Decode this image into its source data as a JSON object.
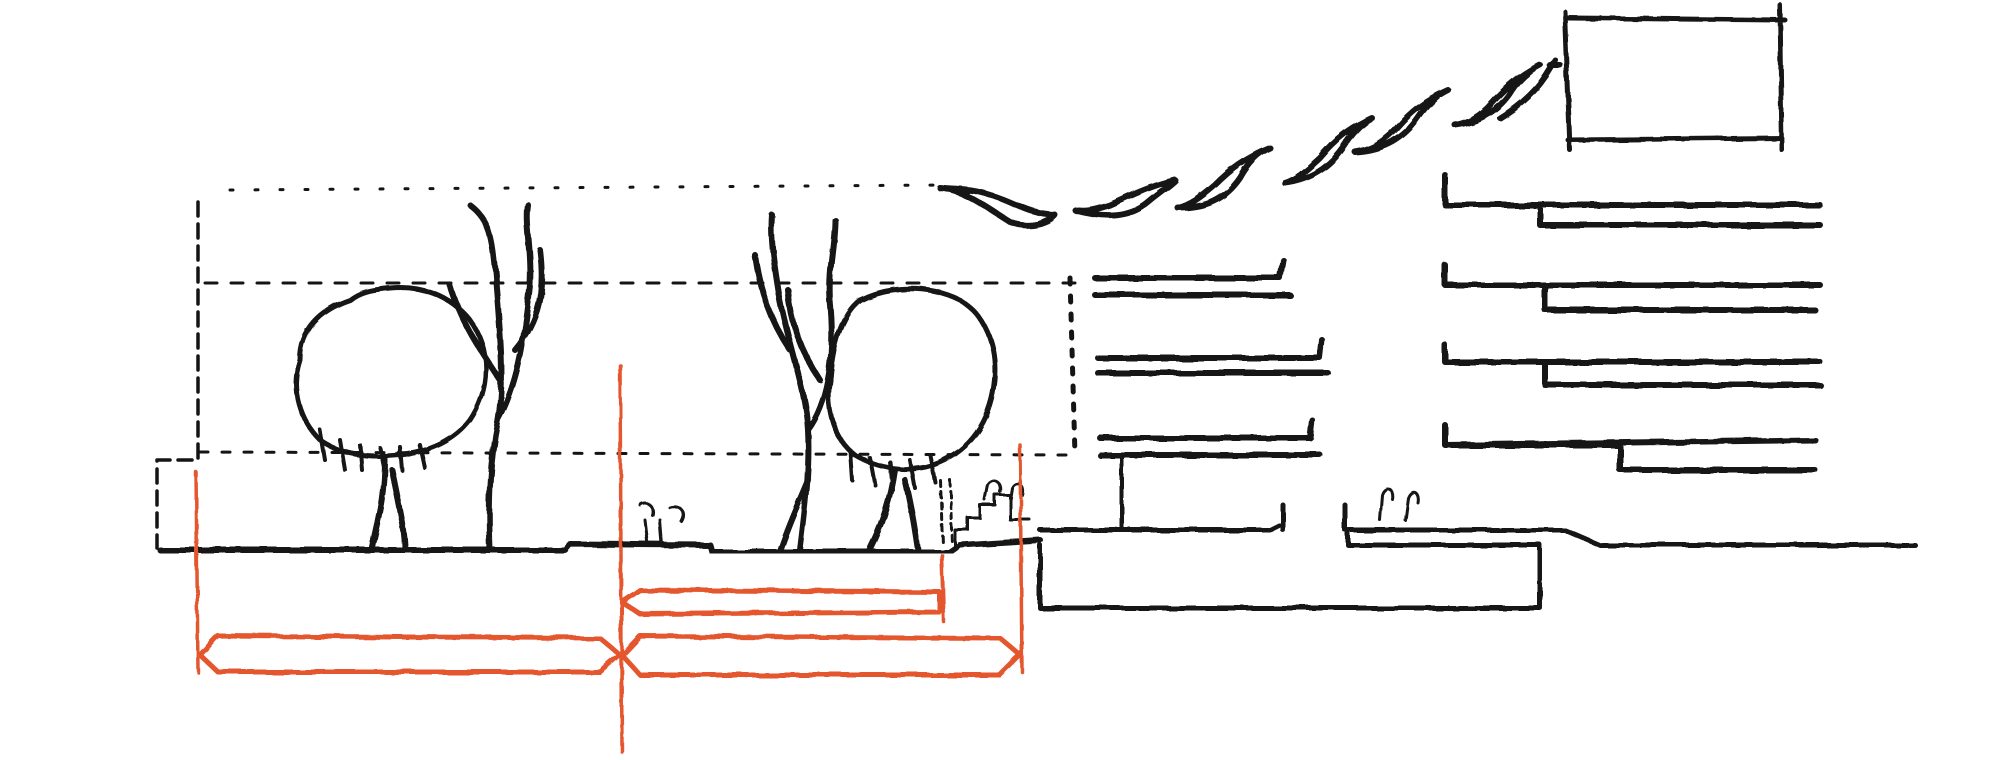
{
  "drawing": {
    "ink_color": "#141414",
    "accent_color": "#e4572e",
    "background_color": "#ffffff",
    "dimension_arrows": 3,
    "street_trees": 2,
    "canopy_fins": 7,
    "building_floor_slabs": 4
  }
}
